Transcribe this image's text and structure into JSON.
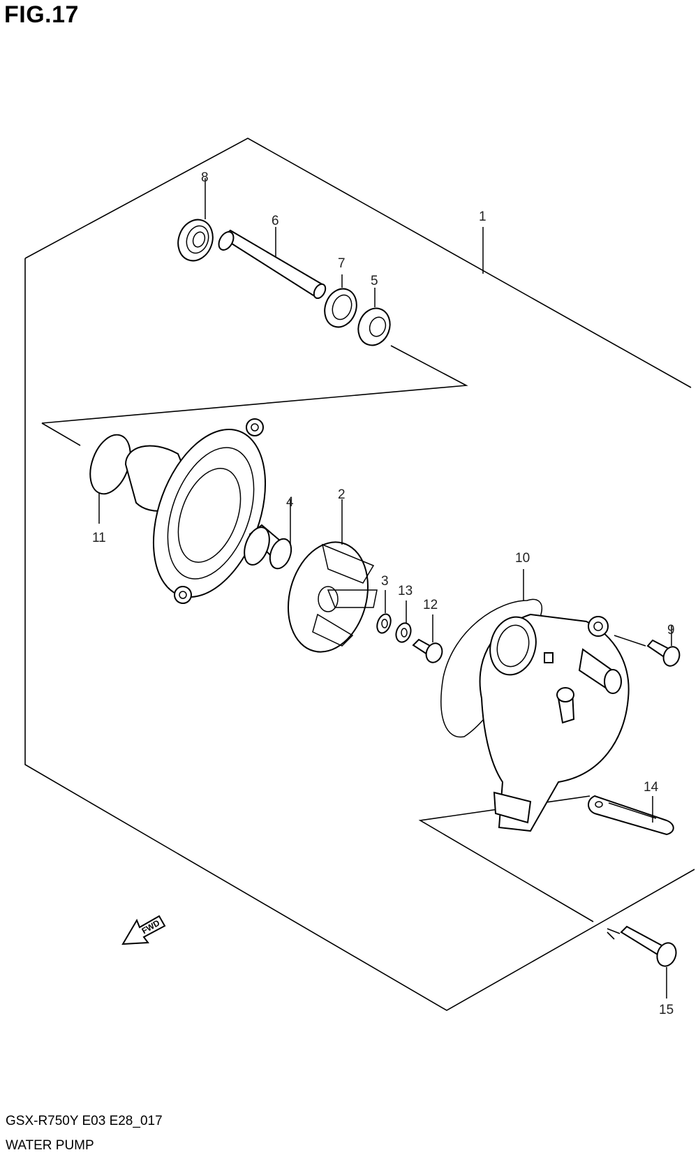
{
  "figure_title": "FIG.17",
  "footer": {
    "model_code": "GSX-R750Y E03 E28_017",
    "section_name": "WATER PUMP"
  },
  "fwd_label": "FWD",
  "callouts": {
    "c1": "1",
    "c2": "2",
    "c3": "3",
    "c4": "4",
    "c5": "5",
    "c6": "6",
    "c7": "7",
    "c8": "8",
    "c9": "9",
    "c10": "10",
    "c11": "11",
    "c12": "12",
    "c13": "13",
    "c14": "14",
    "c15": "15"
  }
}
